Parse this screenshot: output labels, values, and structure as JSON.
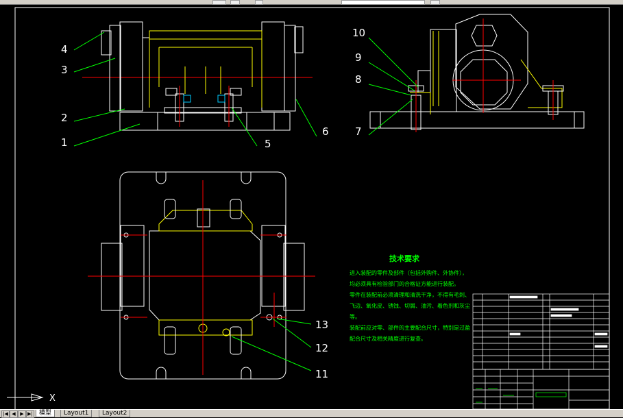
{
  "toolbar": {
    "input_value": ""
  },
  "drawing": {
    "balloons": [
      "1",
      "2",
      "3",
      "4",
      "5",
      "6",
      "7",
      "8",
      "9",
      "10",
      "11",
      "12",
      "13"
    ],
    "tech_title": "技术要求",
    "tech_lines": [
      "进入装配的零件及部件（包括外购件、外协件），",
      "均必须具有检验部门的合格证方能进行装配。",
      "零件在装配前必须清理和清洗干净，不得有毛刺、",
      "飞边、氧化皮、锈蚀、切屑、油污、着色剂和灰尘",
      "等。",
      "装配前应对零、部件的主要配合尺寸，特别是过盈",
      "配合尺寸及相关精度进行复查。"
    ],
    "ucs_label": "X"
  },
  "tabs": [
    "模型",
    "Layout1",
    "Layout2"
  ],
  "colors": {
    "background": "#000000",
    "outline": "#ffffff",
    "yellow": "#ffff00",
    "green": "#00ff00",
    "centerline": "#ff0000"
  }
}
